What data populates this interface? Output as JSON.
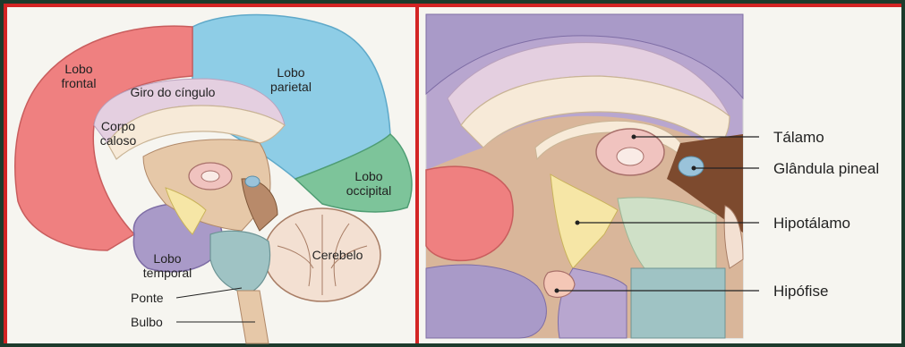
{
  "frame": {
    "border_color": "#1d3b2c",
    "divider_color": "#d32424"
  },
  "left_panel": {
    "labels": {
      "lobo_frontal_1": "Lobo",
      "lobo_frontal_2": "frontal",
      "giro_do_cingulo": "Giro do cíngulo",
      "lobo_parietal_1": "Lobo",
      "lobo_parietal_2": "parietal",
      "corpo_caloso_1": "Corpo",
      "corpo_caloso_2": "caloso",
      "lobo_occipital_1": "Lobo",
      "lobo_occipital_2": "occipital",
      "lobo_temporal_1": "Lobo",
      "lobo_temporal_2": "temporal",
      "cerebelo": "Cerebelo",
      "ponte": "Ponte",
      "bulbo": "Bulbo"
    }
  },
  "right_panel": {
    "labels": {
      "talamo": "Tálamo",
      "glandula_pineal": "Glândula pineal",
      "hipotalamo": "Hipotálamo",
      "hipofise": "Hipófise"
    }
  },
  "colors": {
    "frontal": "#ef8080",
    "parietal": "#8ecde6",
    "occipital": "#7dc49a",
    "cingulate": "#e4cfe0",
    "corpus": "#f7ead8",
    "temporal": "#a99ac8",
    "cerebellum": "#f3e0d2",
    "brainstem": "#9fc3c4",
    "hypothalamus": "#f6e6a6",
    "thalamus": "#f0c3bf",
    "midbrain": "#b88a6a",
    "pineal": "#9ac3da"
  }
}
